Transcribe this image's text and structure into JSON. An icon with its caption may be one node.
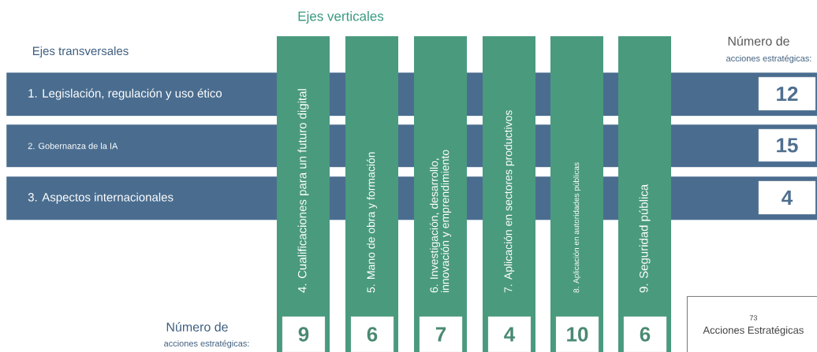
{
  "diagram": {
    "nodes": [
      {
        "text": [
          "1. Legislación, regulación y uso ético"
        ]
      },
      {
        "text": [
          "2. Gobernanza de la IA"
        ]
      },
      {
        "text": [
          "3. Aspectos internacionales"
        ]
      },
      {
        "text": [
          "4. Cualificaciones para un futuro digital"
        ]
      },
      {
        "text": [
          "5. Mano de obra y formación"
        ]
      },
      {
        "text": [
          "6. Investigación, desarrollo, innovación y emprendimiento"
        ]
      },
      {
        "text": [
          "7. Aplicación en sectores productivos"
        ]
      },
      {
        "text": [
          "8. Aplicación en autoridades públicas"
        ]
      },
      {
        "text": [
          "9. Seguridad pública"
        ]
      },
      {
        "text": [
          "12"
        ],
        "in": 0
      },
      {
        "text": [
          "15"
        ],
        "in": 1
      },
      {
        "text": [
          "4"
        ],
        "in": 2
      },
      {
        "text": [
          "9"
        ],
        "in": 3
      },
      {
        "text": [
          "6"
        ],
        "in": 4
      },
      {
        "text": [
          "7"
        ],
        "in": 5
      },
      {
        "text": [
          "4"
        ],
        "in": 6
      },
      {
        "text": [
          "10"
        ],
        "in": 7
      },
      {
        "text": [
          "6"
        ],
        "in": 8
      },
      {
        "text": [
          "73",
          "Acciones Estratégicas"
        ]
      }
    ],
    "labels": [
      "Ejes verticales",
      "Ejes transversales",
      "Número de",
      "acciones estratégicas:",
      "Número de",
      "acciones estratégicas:"
    ]
  }
}
